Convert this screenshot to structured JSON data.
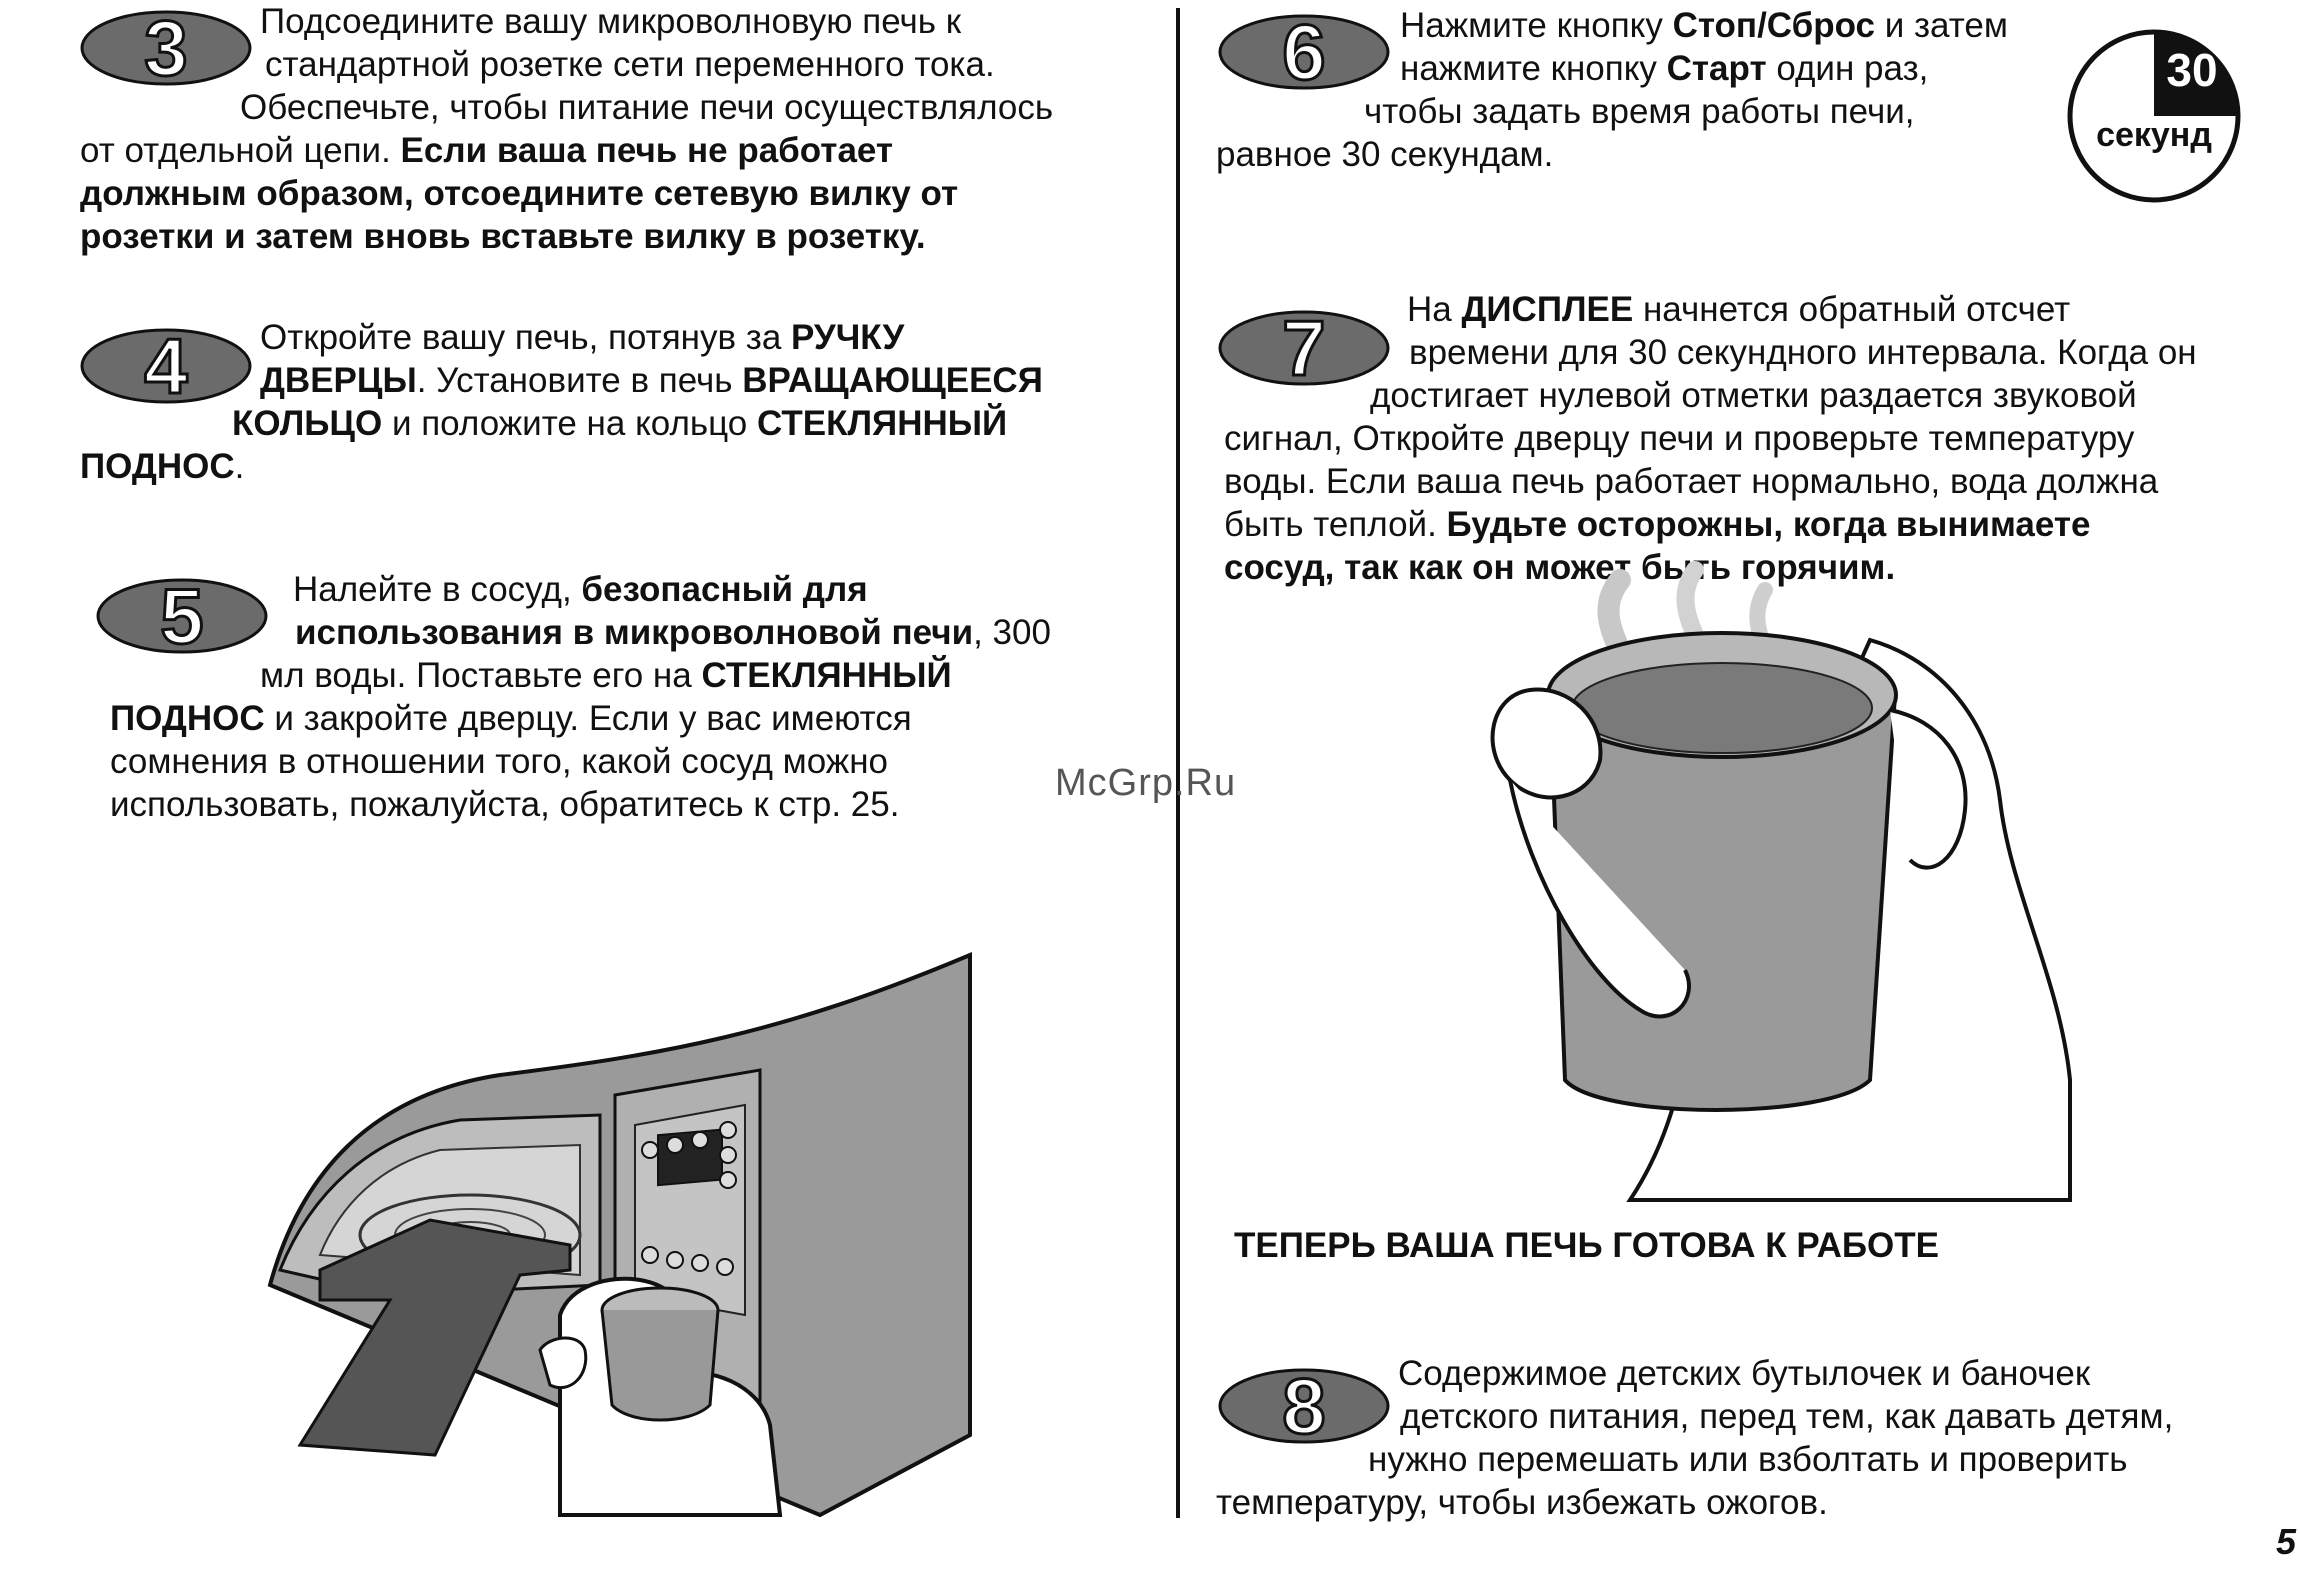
{
  "steps": {
    "s3": {
      "num": "3",
      "l1": "Подсоедините вашу микроволновую печь к",
      "l2": "стандартной розетке сети переменного тока.",
      "l3": "Обеспечьте, чтобы питание печи осуществлялось",
      "l4a": "от отдельной цепи. ",
      "l4b": "Если ваша печь не работает",
      "l5": "должным образом, отсоедините сетевую вилку от",
      "l6": "розетки и затем вновь вставьте вилку в розетку."
    },
    "s4": {
      "num": "4",
      "l1a": "Откройте вашу печь, потянув за ",
      "l1b": "РУЧКУ",
      "l2a": "ДВЕРЦЫ",
      "l2b": ". Установите в печь ",
      "l2c": "ВРАЩАЮЩЕЕСЯ",
      "l3a": "КОЛЬЦО",
      "l3b": " и положите на кольцо ",
      "l3c": "СТЕКЛЯННЫЙ",
      "l4a": "ПОДНОС",
      "l4b": "."
    },
    "s5": {
      "num": "5",
      "l1a": "Налейте в сосуд, ",
      "l1b": "безопасный для",
      "l2a": "использования в микроволновой печи",
      "l2b": ", 300",
      "l3a": "мл воды. Поставьте его на ",
      "l3b": "СТЕКЛЯННЫЙ",
      "l4a": "ПОДНОС",
      "l4b": " и закройте дверцу. Если у вас имеются",
      "l5": "сомнения в отношении того, какой сосуд можно",
      "l6": "использовать, пожалуйста, обратитесь к стр. 25."
    },
    "s6": {
      "num": "6",
      "l1a": "Нажмите кнопку ",
      "l1b": "Стоп/Сброс",
      "l1c": " и затем",
      "l2a": "нажмите кнопку ",
      "l2b": "Старт",
      "l2c": " один раз,",
      "l3": "чтобы задать время работы печи,",
      "l4": "равное 30 секундам."
    },
    "s7": {
      "num": "7",
      "l1a": "На ",
      "l1b": "ДИСПЛЕЕ",
      "l1c": " начнется обратный отсчет",
      "l2": "времени для 30 секундного интервала. Когда он",
      "l3": "достигает нулевой отметки раздается звуковой",
      "l4": "сигнал, Откройте дверцу печи и проверьте температуру",
      "l5": "воды. Если ваша печь работает нормально, вода должна",
      "l6a": "быть теплой. ",
      "l6b": "Будьте осторожны, когда вынимаете",
      "l7": "сосуд, так как он может быть горячим."
    },
    "s8": {
      "num": "8",
      "l1": "Содержимое детских бутылочек и баночек",
      "l2": "детского питания, перед тем, как давать детям,",
      "l3": "нужно перемешать или взболтать и проверить",
      "l4": "температуру, чтобы избежать ожогов."
    }
  },
  "timer": {
    "value": "30",
    "unit": "секунд"
  },
  "ready_text": "ТЕПЕРЬ ВАША ПЕЧЬ ГОТОВА К РАБОТЕ",
  "watermark": "McGrp.Ru",
  "page_number": "5",
  "colors": {
    "badge_fill": "#6b6b6b",
    "badge_outline": "#111111",
    "illustration_gray": "#8a8a8a"
  }
}
